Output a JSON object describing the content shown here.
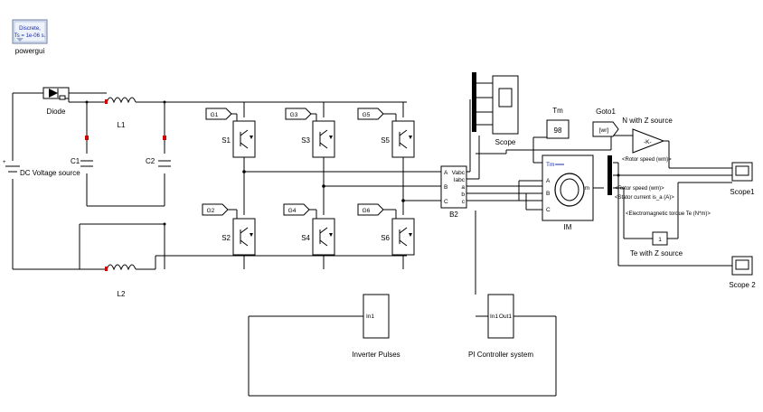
{
  "powergui": {
    "line1": "Discrete,",
    "line2": "Ts = 1e-06 s.",
    "label": "powergui"
  },
  "dc_source": {
    "label": "DC Voltage source"
  },
  "diode": {
    "label": "Diode"
  },
  "inductors": {
    "l1": "L1",
    "l2": "L2"
  },
  "capacitors": {
    "c1": "C1",
    "c2": "C2"
  },
  "gates": [
    "G1",
    "G3",
    "G5",
    "G2",
    "G4",
    "G6"
  ],
  "switches": [
    "S1",
    "S3",
    "S5",
    "S2",
    "S4",
    "S6"
  ],
  "scope_top": {
    "label": "Scope"
  },
  "b2": {
    "label": "B2",
    "ports_in": [
      "A",
      "B",
      "C"
    ],
    "ports_out": [
      "Vabc",
      "Iabc",
      "a",
      "b",
      "c"
    ]
  },
  "tm": {
    "label": "Tm",
    "value": "98"
  },
  "motor": {
    "label": "IM",
    "in_tm": "Tm",
    "in_ports": [
      "A",
      "B",
      "C"
    ],
    "out_m": "m"
  },
  "goto": {
    "label": "Goto1",
    "tag": "[wr]"
  },
  "gain": {
    "label": "N with Z source",
    "value": "-K-"
  },
  "demux_signals": {
    "s1": "<Rotor speed (wm)>",
    "s2": "<Stator current is_a (A)>",
    "s3": "<Electromagnetic torque Te (N*m)>"
  },
  "rotor_speed_signal": "<Rotor speed (wm)>",
  "te_block": {
    "label": "Te with Z source",
    "value": "1"
  },
  "scope1": {
    "label": "Scope1"
  },
  "scope2": {
    "label": "Scope 2"
  },
  "inverter_pulses": {
    "port": "In1",
    "label": "Inverter Pulses"
  },
  "pi_controller": {
    "port_in": "In1",
    "port_out": "Out1",
    "label": "PI Controller system"
  }
}
